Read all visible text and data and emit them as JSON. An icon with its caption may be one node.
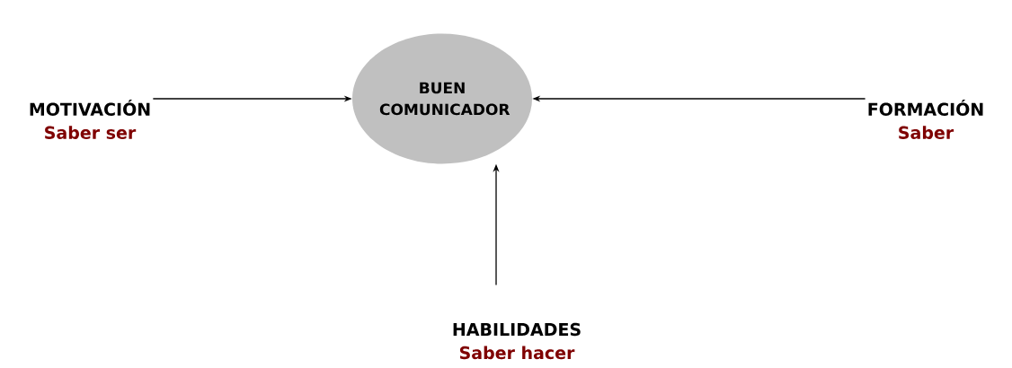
{
  "diagram": {
    "nodes": [
      {
        "text": [
          "BUEN COMUNICADOR"
        ]
      },
      {
        "text": [
          "MOTIVACIÓN",
          "Saber ser"
        ]
      },
      {
        "text": [
          "FORMACIÓN",
          "Saber"
        ]
      },
      {
        "text": [
          "HABILIDADES",
          "Saber hacer"
        ]
      }
    ],
    "edges": [
      {
        "from": 1,
        "to": 0,
        "arrow": "to"
      },
      {
        "from": 2,
        "to": 0,
        "arrow": "to"
      },
      {
        "from": 3,
        "to": 0,
        "arrow": "to"
      }
    ]
  }
}
